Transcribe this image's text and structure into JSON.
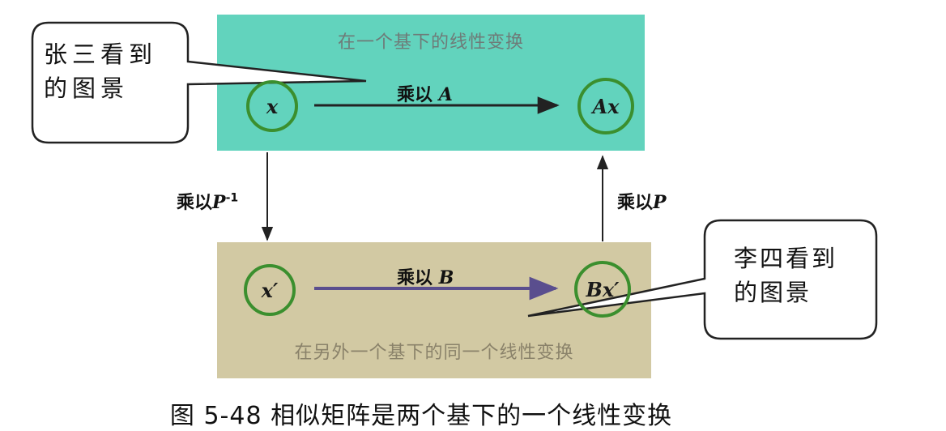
{
  "top_box": {
    "title": "在一个基下的线性变换"
  },
  "bottom_box": {
    "title": "在另外一个基下的同一个线性变换"
  },
  "nodes": {
    "x": "x",
    "Ax": "Ax",
    "x_prime": "x′",
    "Bx_prime": "Bx′"
  },
  "edges": {
    "top": {
      "prefix": "乘以",
      "var": "A"
    },
    "bottom": {
      "prefix": "乘以",
      "var": "B"
    },
    "left": {
      "prefix": "乘以",
      "var": "P",
      "sup": "-1"
    },
    "right": {
      "prefix": "乘以",
      "var": "P"
    }
  },
  "callouts": {
    "zhangsan": {
      "line1": "张三看到",
      "line2": "的图景"
    },
    "lisi": {
      "line1": "李四看到",
      "line2": "的图景"
    }
  },
  "caption": "图 5-48 相似矩阵是两个基下的一个线性变换",
  "colors": {
    "top_box": "#62d3bd",
    "bottom_box": "#d2c9a3",
    "node_ring": "#3b8f2e",
    "bottom_arrow": "#8a7ab8"
  }
}
